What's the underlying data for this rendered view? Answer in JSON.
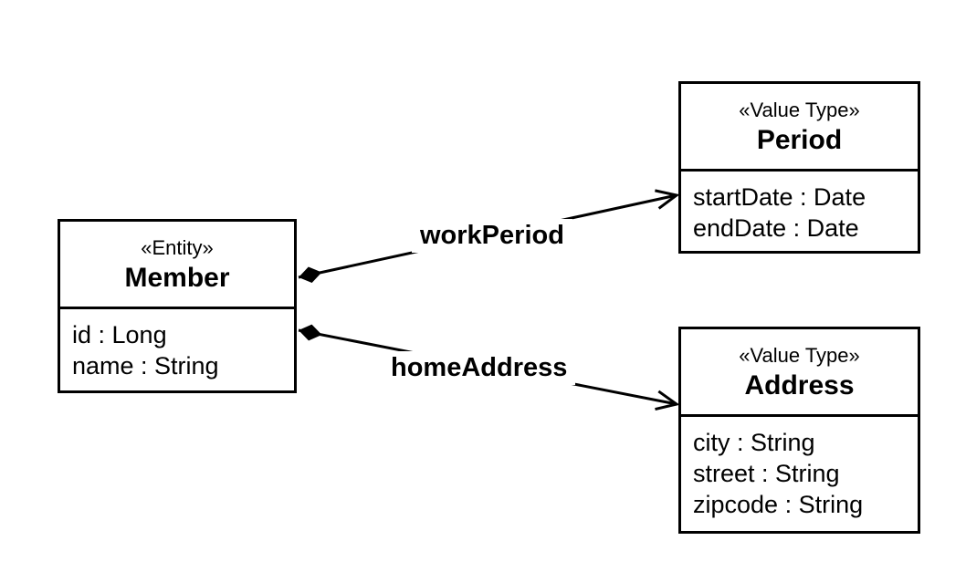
{
  "diagram": {
    "title": "entity-valuetype-uml-diagram",
    "colors": {
      "line": "#000000",
      "text": "#000000",
      "background": "#ffffff",
      "box_fill": "#ffffff"
    },
    "classes": [
      {
        "id": "member",
        "stereotype": "«Entity»",
        "name": "Member",
        "attributes": [
          "id : Long",
          "name : String"
        ]
      },
      {
        "id": "period",
        "stereotype": "«Value Type»",
        "name": "Period",
        "attributes": [
          "startDate : Date",
          "endDate : Date"
        ]
      },
      {
        "id": "address",
        "stereotype": "«Value Type»",
        "name": "Address",
        "attributes": [
          "city : String",
          "street : String",
          "zipcode : String"
        ]
      }
    ],
    "relationships": [
      {
        "label": "workPeriod",
        "from": "Member",
        "to": "Period",
        "type": "composition",
        "source_marker": "filled-diamond",
        "target_marker": "open-arrow"
      },
      {
        "label": "homeAddress",
        "from": "Member",
        "to": "Address",
        "type": "composition",
        "source_marker": "filled-diamond",
        "target_marker": "open-arrow"
      }
    ]
  }
}
